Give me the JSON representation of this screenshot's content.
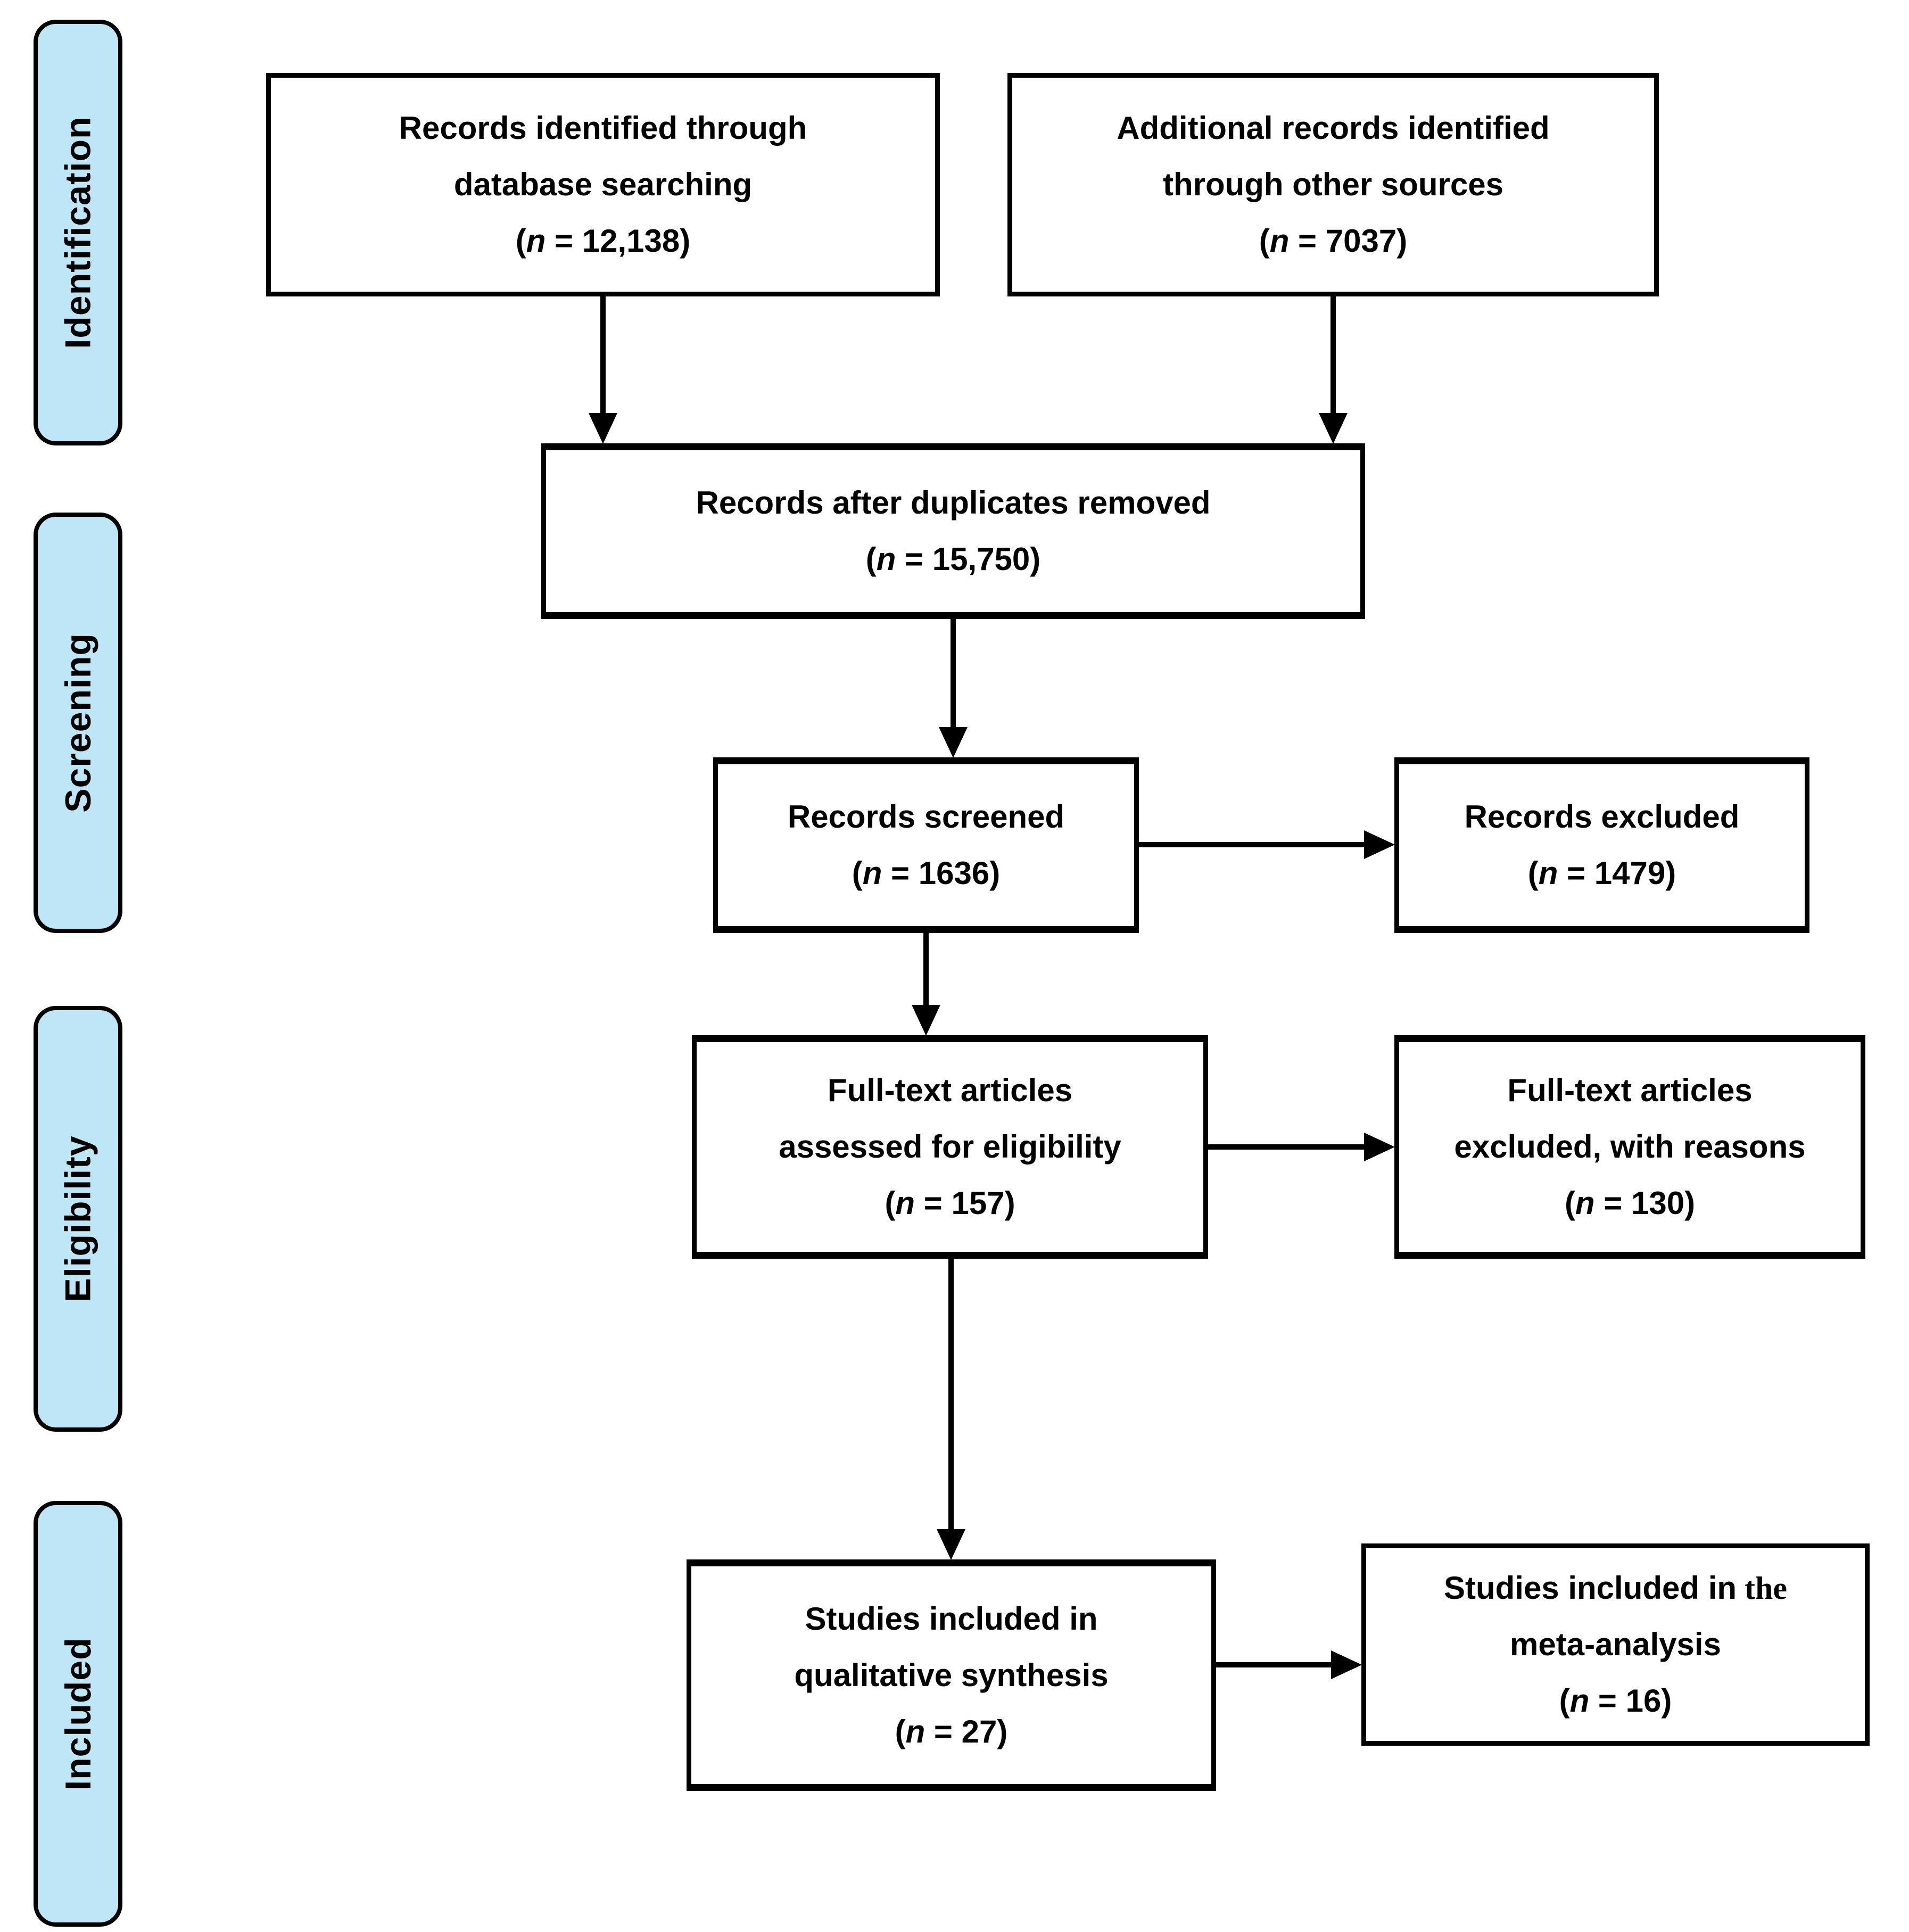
{
  "figure": {
    "kind": "PRISMA flow diagram",
    "background": "#ffffff"
  },
  "colors": {
    "stage_fill": "#bee6f6",
    "stage_border": "#000000",
    "box_fill": "#ffffff",
    "box_border": "#000000",
    "arrow": "#000000",
    "text": "#000000"
  },
  "stages": [
    {
      "label": "Identification"
    },
    {
      "label": "Screening"
    },
    {
      "label": "Eligibility"
    },
    {
      "label": "Included"
    }
  ],
  "boxes": {
    "identified": {
      "line1": "Records identified through",
      "line2": "database searching",
      "count": [
        "(",
        "n",
        " = 12,138)"
      ]
    },
    "additional": {
      "line1": "Additional records identified",
      "line2": "through other sources",
      "count": [
        "(",
        "n",
        " = 7037)"
      ]
    },
    "dedup": {
      "line1": "Records after duplicates removed",
      "count": [
        "(",
        "n",
        " = 15,750)"
      ]
    },
    "screened": {
      "line1": "Records screened",
      "count": [
        "(",
        "n",
        " = 1636)"
      ]
    },
    "excluded": {
      "line1": "Records excluded",
      "count": [
        "(",
        "n",
        " = 1479)"
      ]
    },
    "fulltext": {
      "line1": "Full-text articles",
      "line2": "assessed for eligibility",
      "count": [
        "(",
        "n",
        " = 157)"
      ]
    },
    "fulltext_excluded": {
      "line1": "Full-text articles",
      "line2": "excluded, with reasons",
      "count": [
        "(",
        "n",
        " = 130)"
      ]
    },
    "qualitative": {
      "line1": "Studies included in",
      "line2": "qualitative synthesis",
      "count": [
        "(",
        "n",
        " = 27)"
      ]
    },
    "meta": {
      "line1": "Studies included in",
      "line1_suffix": " the",
      "line2": "meta-analysis",
      "count": [
        "(",
        "n",
        " = 16)"
      ]
    }
  }
}
